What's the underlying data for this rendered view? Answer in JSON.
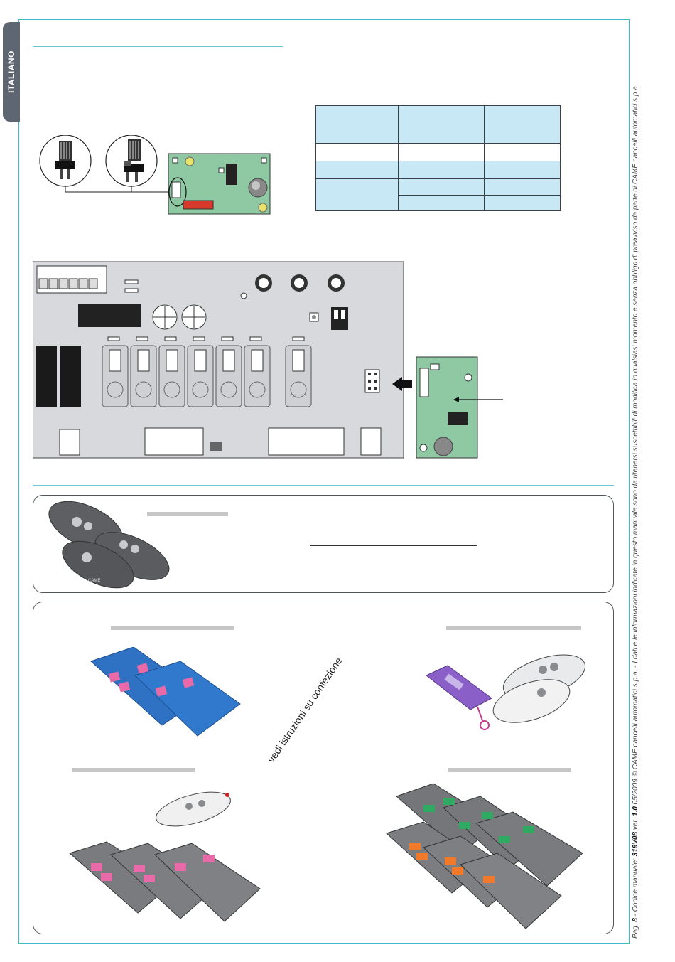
{
  "language_tab": "ITALIANO",
  "annotation": "vedi istruzioni su confezione",
  "footer": {
    "page_prefix": "Pag.",
    "page_number": "8",
    "code_label": "- Codice manuale:",
    "code": "319V08",
    "version_label": "ver.",
    "version": "1.0",
    "date": "05/2009",
    "disclaimer": "© CAME cancelli automatici s.p.a. - I dati e le informazioni indicate in questo manuale sono da ritenersi suscettibili di modifica in qualsiasi momento e senza obbligo di preavviso da parte di CAME cancelli automatici s.p.a."
  },
  "brand_logo": "CAME",
  "colors": {
    "frame": "#3fb6c9",
    "table_fill": "#c9e8f6",
    "board_gray": "#d8d9dc",
    "radio_card_green": "#8fc9a4",
    "remote_blue": "#2f72c4",
    "remote_purple": "#8b5fc8",
    "button_pink": "#e86aa8",
    "button_green": "#2eaa62",
    "button_orange": "#f07a2a"
  }
}
